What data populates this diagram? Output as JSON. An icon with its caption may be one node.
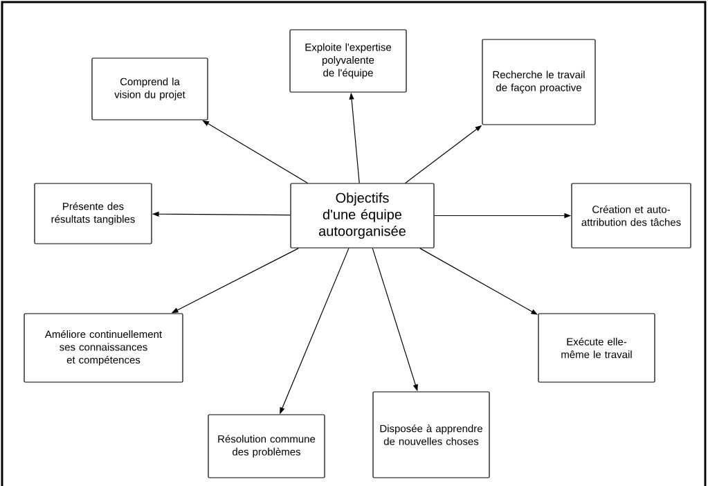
{
  "diagram": {
    "nodes": [
      {
        "text": [
          "Objectifs d'une équipe autoorganisée"
        ]
      },
      {
        "text": [
          "Comprend la vision du projet"
        ]
      },
      {
        "text": [
          "Exploite l'expertise polyvalente de l'équipe"
        ]
      },
      {
        "text": [
          "Recherche le travail de façon proactive"
        ]
      },
      {
        "text": [
          "Présente des résultats tangibles"
        ]
      },
      {
        "text": [
          "Création et auto-attribution des tâches"
        ]
      },
      {
        "text": [
          "Améliore continuellement ses connaissances et compétences"
        ]
      },
      {
        "text": [
          "Exécute elle-même le travail"
        ]
      },
      {
        "text": [
          "Résolution commune des problèmes"
        ]
      },
      {
        "text": [
          "Disposée à apprendre de nouvelles choses"
        ]
      }
    ],
    "edges": [
      {
        "from": 0,
        "to": 1,
        "arrow": "to"
      },
      {
        "from": 0,
        "to": 2,
        "arrow": "to"
      },
      {
        "from": 0,
        "to": 3,
        "arrow": "to"
      },
      {
        "from": 0,
        "to": 4,
        "arrow": "to"
      },
      {
        "from": 0,
        "to": 5,
        "arrow": "to"
      },
      {
        "from": 0,
        "to": 6,
        "arrow": "to"
      },
      {
        "from": 0,
        "to": 7,
        "arrow": "to"
      },
      {
        "from": 0,
        "to": 8,
        "arrow": "to"
      },
      {
        "from": 0,
        "to": 9,
        "arrow": "to"
      }
    ]
  }
}
